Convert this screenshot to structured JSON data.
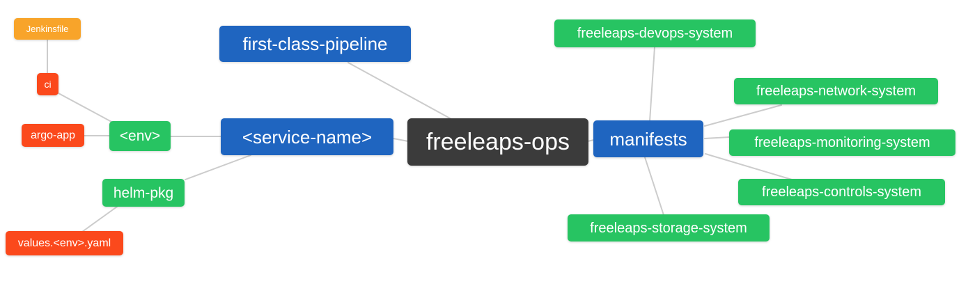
{
  "diagram": {
    "type": "mindmap",
    "title": "freeleaps-ops repository structure mindmap",
    "colors": {
      "blue": "#1f65c0",
      "green": "#27c462",
      "red": "#fb491c",
      "orange": "#f8a42a",
      "dark": "#3b3b3b",
      "edge": "#cccccc",
      "text": "#ffffff",
      "background": "#ffffff"
    },
    "nodes": {
      "freeleaps_ops": {
        "label": "freeleaps-ops"
      },
      "first_class_pipeline": {
        "label": "first-class-pipeline"
      },
      "service_name": {
        "label": "<service-name>"
      },
      "env": {
        "label": "<env>"
      },
      "ci": {
        "label": "ci"
      },
      "jenkinsfile": {
        "label": "Jenkinsfile"
      },
      "argo_app": {
        "label": "argo-app"
      },
      "helm_pkg": {
        "label": "helm-pkg"
      },
      "values_env_yaml": {
        "label": "values.<env>.yaml"
      },
      "manifests": {
        "label": "manifests"
      },
      "devops_system": {
        "label": "freeleaps-devops-system"
      },
      "network_system": {
        "label": "freeleaps-network-system"
      },
      "monitoring_system": {
        "label": "freeleaps-monitoring-system"
      },
      "controls_system": {
        "label": "freeleaps-controls-system"
      },
      "storage_system": {
        "label": "freeleaps-storage-system"
      }
    },
    "edges": [
      {
        "from": "jenkinsfile",
        "to": "ci"
      },
      {
        "from": "ci",
        "to": "env"
      },
      {
        "from": "argo_app",
        "to": "env"
      },
      {
        "from": "env",
        "to": "service_name"
      },
      {
        "from": "helm_pkg",
        "to": "service_name"
      },
      {
        "from": "values_env_yaml",
        "to": "helm_pkg"
      },
      {
        "from": "first_class_pipeline",
        "to": "freeleaps_ops"
      },
      {
        "from": "service_name",
        "to": "freeleaps_ops"
      },
      {
        "from": "freeleaps_ops",
        "to": "manifests"
      },
      {
        "from": "devops_system",
        "to": "manifests"
      },
      {
        "from": "manifests",
        "to": "network_system"
      },
      {
        "from": "manifests",
        "to": "monitoring_system"
      },
      {
        "from": "manifests",
        "to": "controls_system"
      },
      {
        "from": "manifests",
        "to": "storage_system"
      }
    ]
  }
}
